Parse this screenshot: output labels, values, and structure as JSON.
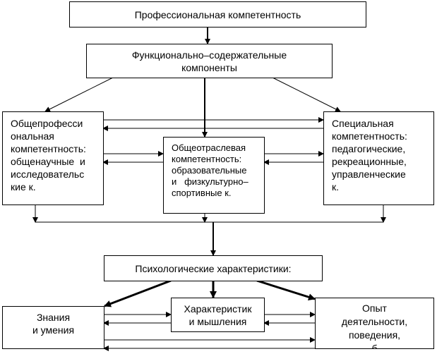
{
  "diagram": {
    "nodes": {
      "professional": {
        "lines": [
          "Профессиональная компетентность"
        ]
      },
      "functional": {
        "lines": [
          "Функционально–содержательные",
          "компоненты"
        ]
      },
      "general_professional": {
        "lines": [
          "Общепрофесси",
          "ональная",
          "компетентность:",
          "общенаучные  и",
          "исследовательс",
          "кие к."
        ]
      },
      "general_sectoral": {
        "lines": [
          "Общеотраслевая",
          "компетентность:",
          "образовательные",
          "и   физкультурно–",
          "спортивные к."
        ]
      },
      "special": {
        "lines": [
          "Специальная",
          "компетентность:",
          "педагогические,",
          "рекреационные,",
          "управленческие",
          "к."
        ]
      },
      "psychological": {
        "lines": [
          "Психологические характеристики:"
        ]
      },
      "knowledge": {
        "lines": [
          "Знания",
          "и умения"
        ]
      },
      "thinking": {
        "lines": [
          "Характеристик",
          "и мышления"
        ]
      },
      "experience": {
        "lines": [
          "Опыт",
          "деятельности,",
          "поведения,",
          "б"
        ]
      }
    },
    "edges": [
      {
        "from": "professional",
        "to": "functional"
      },
      {
        "from": "functional",
        "to": "general_professional"
      },
      {
        "from": "functional",
        "to": "general_sectoral"
      },
      {
        "from": "functional",
        "to": "special"
      },
      {
        "from": "general_professional",
        "to": "special"
      },
      {
        "from": "special",
        "to": "general_professional"
      },
      {
        "from": "general_professional",
        "to": "general_sectoral"
      },
      {
        "from": "general_sectoral",
        "to": "general_professional"
      },
      {
        "from": "general_sectoral",
        "to": "special"
      },
      {
        "from": "special",
        "to": "general_sectoral"
      },
      {
        "from": "general_professional",
        "to": "psychological"
      },
      {
        "from": "general_sectoral",
        "to": "psychological"
      },
      {
        "from": "special",
        "to": "psychological"
      },
      {
        "from": "psychological",
        "to": "knowledge"
      },
      {
        "from": "psychological",
        "to": "thinking"
      },
      {
        "from": "psychological",
        "to": "experience"
      },
      {
        "from": "knowledge",
        "to": "thinking"
      },
      {
        "from": "thinking",
        "to": "knowledge"
      },
      {
        "from": "thinking",
        "to": "experience"
      },
      {
        "from": "experience",
        "to": "thinking"
      },
      {
        "from": "knowledge",
        "to": "experience"
      },
      {
        "from": "experience",
        "to": "knowledge"
      }
    ]
  }
}
